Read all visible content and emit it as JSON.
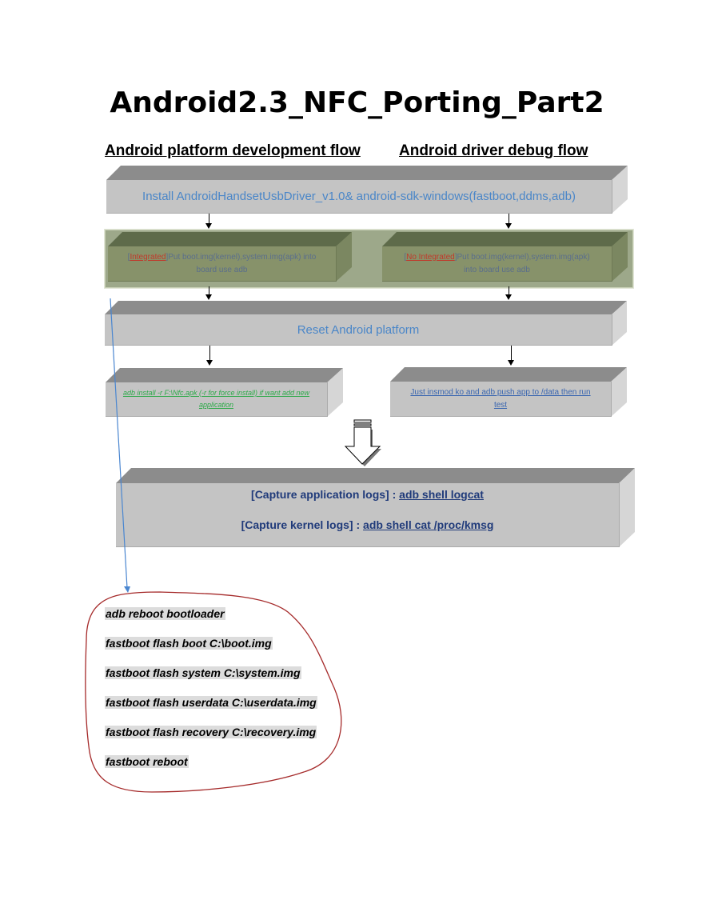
{
  "title": "Android2.3_NFC_Porting_Part2",
  "headings": {
    "left": "Android platform  development flow",
    "right": "Android driver debug flow"
  },
  "step_install": "Install AndroidHandsetUsbDriver_v1.0& android-sdk-windows(fastboot,ddms,adb)",
  "step_put_integrated": {
    "tag": "Integrated",
    "text_line1": "Put boot.img(kernel),system.img(apk) into",
    "text_line2": "board use adb"
  },
  "step_put_not_integrated": {
    "tag": "No Integrated",
    "text_line1": "Put boot.img(kernel),system.img(apk)",
    "text_line2": "into board use adb"
  },
  "step_reset": "Reset Android platform",
  "step_adb_install": {
    "line1": "adb install -r F:\\Nfc.apk (-r for force install) if want add new",
    "line2": "application"
  },
  "step_insmod": {
    "line1": "Just insmod ko and adb push app to /data then run",
    "line2": "test"
  },
  "logs": {
    "app_label": "[Capture application logs] : ",
    "app_cmd": "adb shell logcat",
    "kernel_label": "[Capture kernel logs] : ",
    "kernel_cmd": "adb shell cat /proc/kmsg"
  },
  "commands": [
    "adb reboot bootloader",
    "fastboot flash boot C:\\boot.img",
    "fastboot flash system C:\\system.img",
    "fastboot flash userdata C:\\userdata.img",
    "fastboot flash recovery C:\\recovery.img",
    "fastboot reboot"
  ],
  "colors": {
    "box_face": "#c4c4c4",
    "box_top": "#8c8c8c",
    "green_panel": "#9da88a",
    "blue_text": "#4a86c8",
    "link_navy": "#1f3a7a",
    "circle_red": "#a52a2a",
    "connector_blue": "#4a86d0"
  }
}
